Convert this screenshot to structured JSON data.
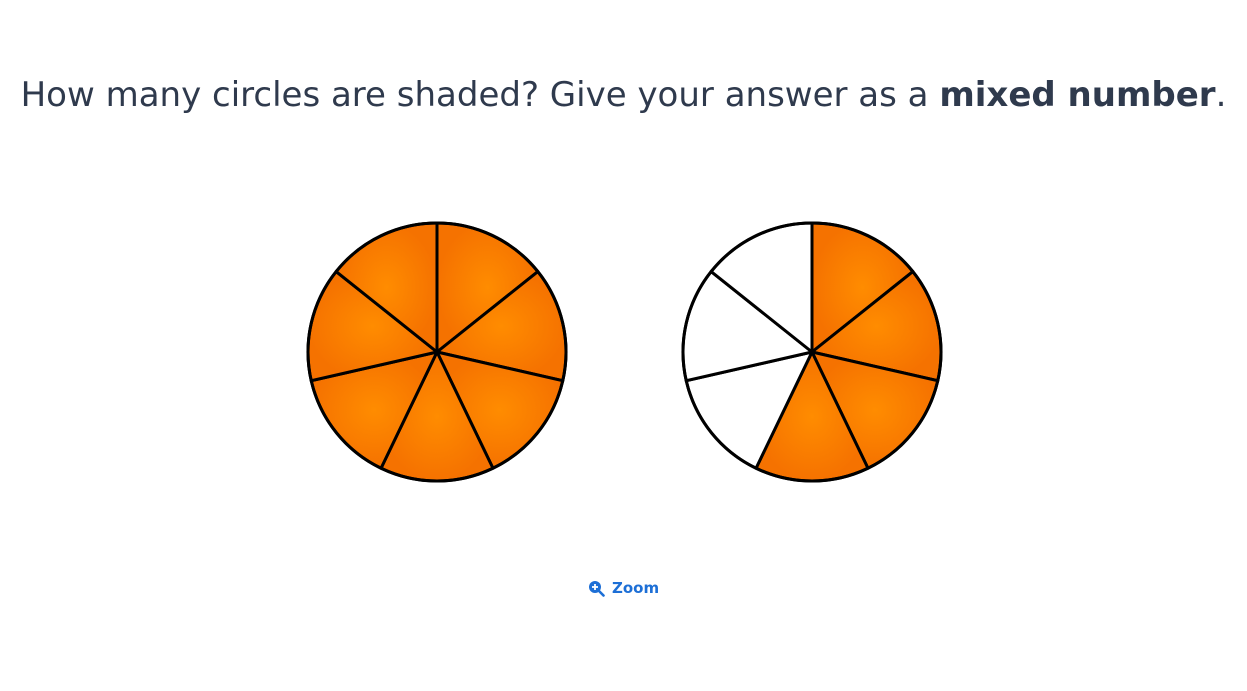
{
  "question": {
    "prefix": "How many circles are shaded? Give your answer as a ",
    "bold": "mixed number",
    "suffix": "."
  },
  "figure": {
    "circles": [
      {
        "total_slices": 7,
        "shaded_slices": [
          0,
          1,
          2,
          3,
          4,
          5,
          6
        ]
      },
      {
        "total_slices": 7,
        "shaded_slices": [
          0,
          1,
          2,
          3
        ]
      }
    ],
    "shade_color": "#ff8c00",
    "shade_color_edge": "#f57200",
    "empty_color": "#ffffff",
    "stroke_color": "#000000"
  },
  "zoom": {
    "label": "Zoom",
    "icon": "zoom-in-icon"
  },
  "colors": {
    "text": "#2f3a4d",
    "link": "#1d6fd6"
  }
}
